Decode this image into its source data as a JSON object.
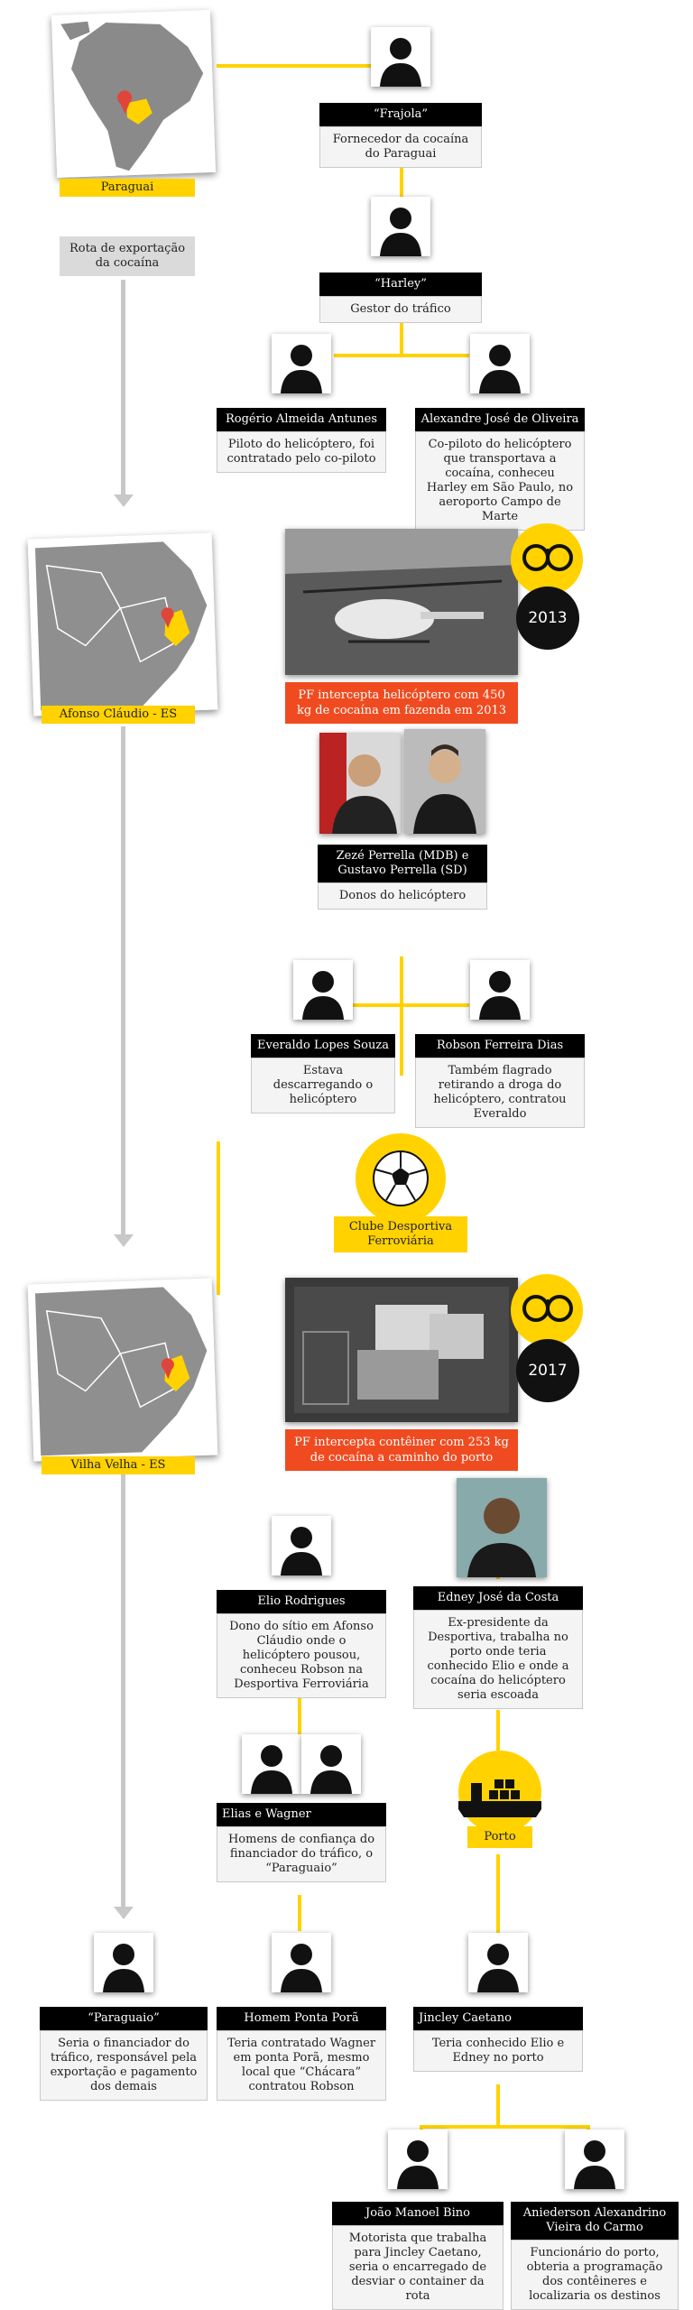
{
  "maps": [
    {
      "label": "Paraguai"
    },
    {
      "label": "Afonso Cláudio - ES"
    },
    {
      "label": "Vilha Velha - ES"
    }
  ],
  "route_label": "Rota de exportação da cocaína",
  "people": {
    "frajola": {
      "title": "“Frajola”",
      "desc": "Fornecedor da cocaína do Paraguai"
    },
    "harley": {
      "title": "“Harley”",
      "desc": "Gestor do tráfico"
    },
    "rogerio": {
      "title": "Rogério Almeida Antunes",
      "desc": "Piloto do helicóptero, foi contratado pelo co-piloto"
    },
    "alexandre": {
      "title": "Alexandre José de Oliveira",
      "desc": "Co-piloto do helicóptero que transportava a cocaína, conheceu Harley em São Paulo, no aeroporto Campo de Marte"
    },
    "perrella": {
      "title": "Zezé Perrella (MDB) e Gustavo Perrella (SD)",
      "desc": "Donos do helicóptero"
    },
    "everaldo": {
      "title": "Everaldo Lopes Souza",
      "desc": "Estava descarregando o helicóptero"
    },
    "robson": {
      "title": "Robson Ferreira Dias",
      "desc": "Também flagrado retirando a droga do helicóptero, contratou Everaldo"
    },
    "elio": {
      "title": "Elio Rodrigues",
      "desc": "Dono do sítio em Afonso Cláudio onde o helicóptero pousou, conheceu Robson na Desportiva Ferroviária"
    },
    "edney": {
      "title": "Edney José da Costa",
      "desc": "Ex-presidente da Desportiva, trabalha no porto onde teria conhecido Elio e onde a cocaína do helicóptero seria escoada"
    },
    "elias": {
      "title": "Elias e Wagner",
      "desc": "Homens de confiança do financiador do tráfico, o “Paraguaio”"
    },
    "paraguaio": {
      "title": "“Paraguaio”",
      "desc": "Seria o financiador do tráfico, responsável pela exportação e pagamento dos demais"
    },
    "ponta": {
      "title": "Homem Ponta Porã",
      "desc": "Teria contratado Wagner em ponta Porã, mesmo local que “Chácara” contratou Robson"
    },
    "jincley": {
      "title": "Jincley Caetano",
      "desc": "Teria conhecido Elio e Edney no porto"
    },
    "joao": {
      "title": "João Manoel Bino",
      "desc": "Motorista que trabalha para Jincley Caetano, seria o encarregado de desviar o container da rota"
    },
    "aniederson": {
      "title": "Aniederson Alexandrino Vieira do Carmo",
      "desc": "Funcionário do porto, obteria a programação dos contêineres e localizaria os destinos"
    }
  },
  "events": [
    {
      "year": "2013",
      "caption": "PF intercepta helicóptero com 450 kg de cocaína em fazenda em 2013"
    },
    {
      "year": "2017",
      "caption": "PF intercepta contêiner com 253 kg de cocaína a caminho do porto"
    }
  ],
  "club": {
    "label": "Clube Desportiva Ferroviária"
  },
  "port": {
    "label": "Porto"
  },
  "colors": {
    "accent": "#ffd200",
    "alert": "#f04b20",
    "title_bg": "#000000",
    "route": "#c8c8c8"
  }
}
